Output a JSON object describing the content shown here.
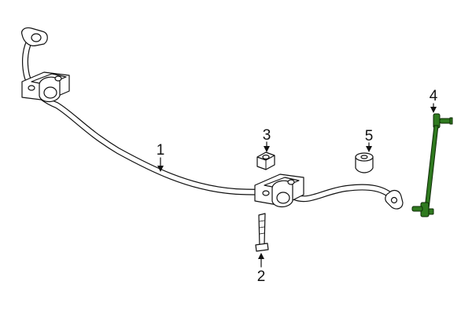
{
  "callouts": [
    {
      "id": "1",
      "label": "1"
    },
    {
      "id": "2",
      "label": "2"
    },
    {
      "id": "3",
      "label": "3"
    },
    {
      "id": "4",
      "label": "4"
    },
    {
      "id": "5",
      "label": "5"
    }
  ],
  "colors": {
    "line": "#111111",
    "background": "#ffffff",
    "highlight": "#2f7a1f"
  }
}
